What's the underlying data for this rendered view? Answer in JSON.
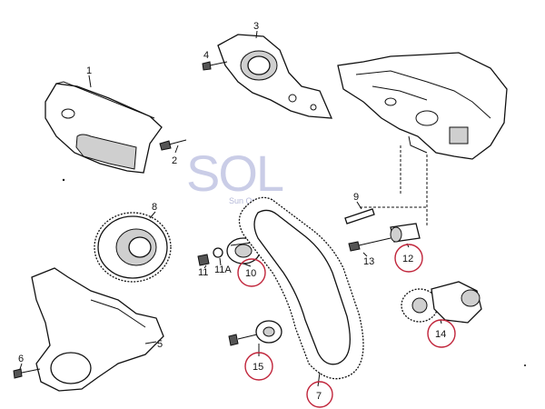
{
  "watermark": {
    "logo": "SOL",
    "tagline": "Sun On Line",
    "color": "#9fa6d4"
  },
  "highlight_color": "#c0243a",
  "callouts": [
    {
      "id": "1",
      "label": "1"
    },
    {
      "id": "2",
      "label": "2"
    },
    {
      "id": "3",
      "label": "3"
    },
    {
      "id": "4",
      "label": "4"
    },
    {
      "id": "5",
      "label": "5"
    },
    {
      "id": "6",
      "label": "6"
    },
    {
      "id": "7",
      "label": "7",
      "highlighted": true
    },
    {
      "id": "8",
      "label": "8"
    },
    {
      "id": "9",
      "label": "9"
    },
    {
      "id": "10",
      "label": "10",
      "highlighted": true
    },
    {
      "id": "11",
      "label": "11"
    },
    {
      "id": "11A",
      "label": "11A"
    },
    {
      "id": "12",
      "label": "12",
      "highlighted": true
    },
    {
      "id": "13",
      "label": "13"
    },
    {
      "id": "14",
      "label": "14",
      "highlighted": true
    },
    {
      "id": "15",
      "label": "15",
      "highlighted": true
    }
  ]
}
